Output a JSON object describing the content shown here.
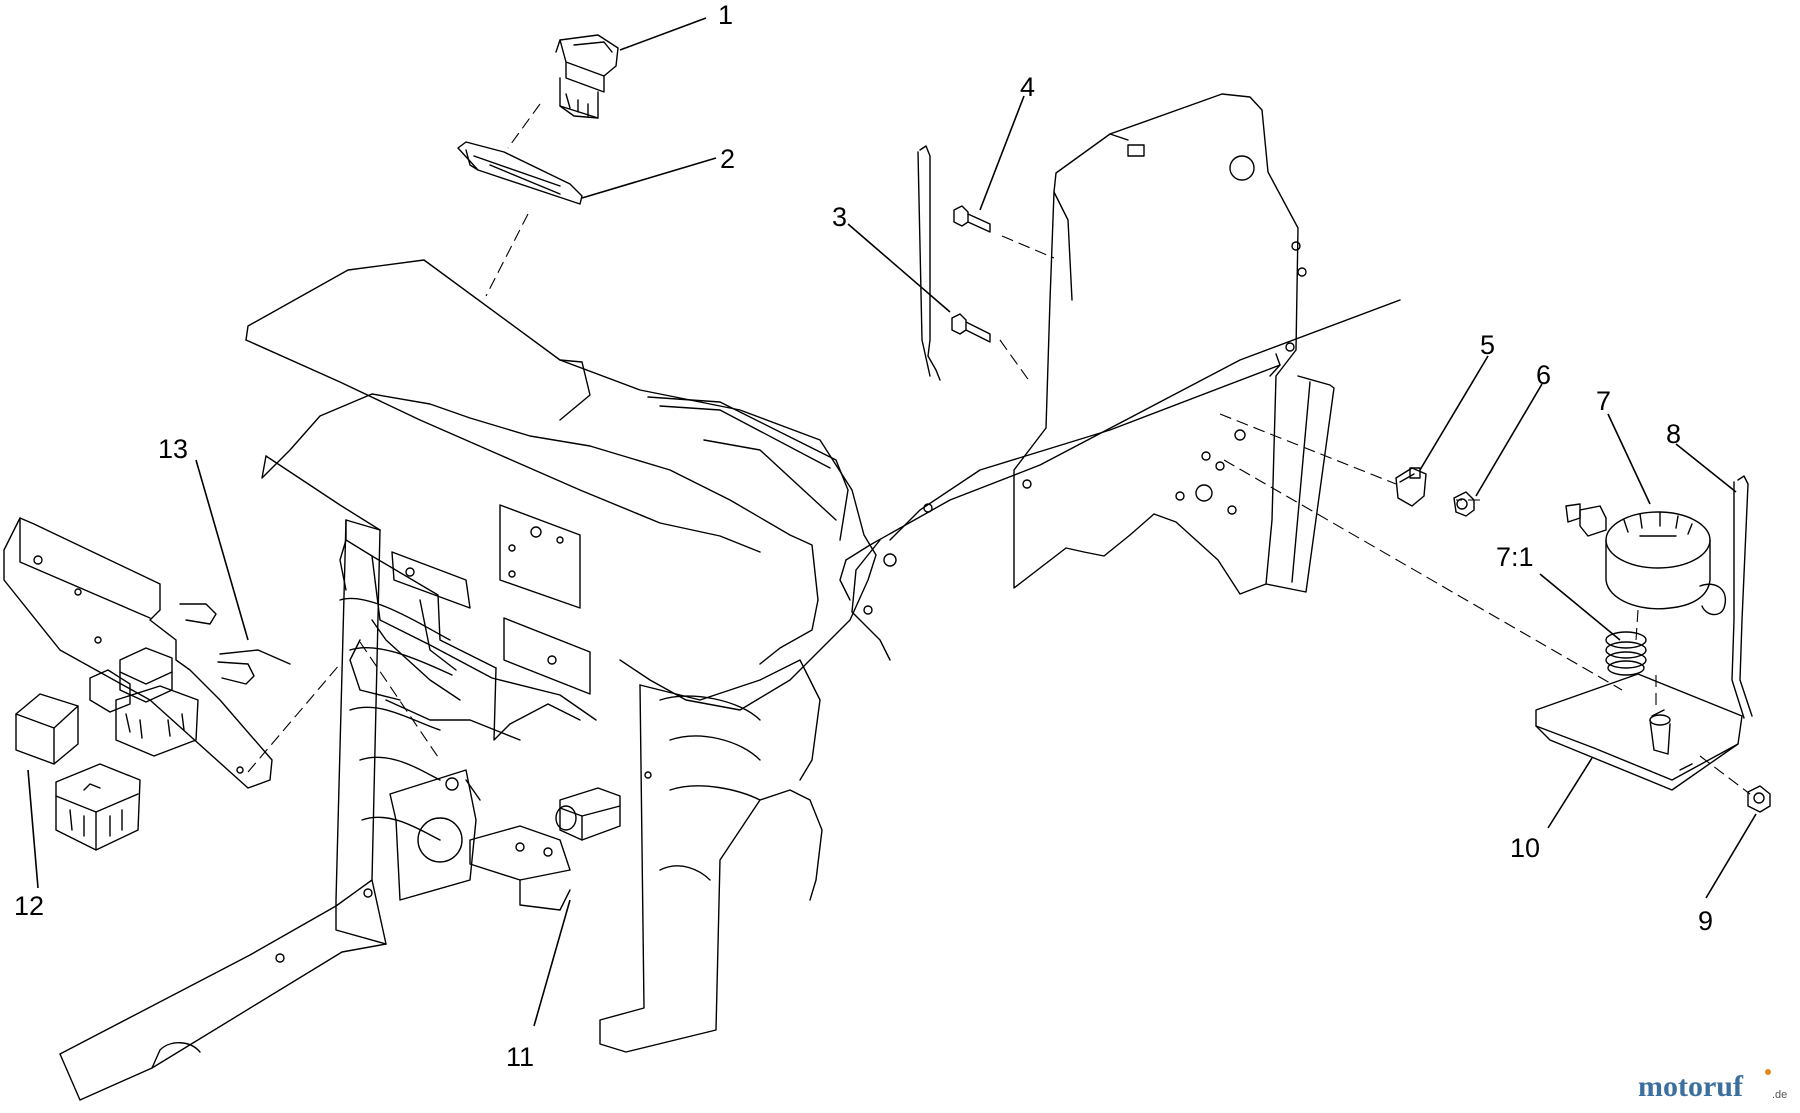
{
  "callouts": {
    "c1": "1",
    "c2": "2",
    "c3": "3",
    "c4": "4",
    "c5": "5",
    "c6": "6",
    "c7": "7",
    "c7_1": "7:1",
    "c8": "8",
    "c9": "9",
    "c10": "10",
    "c11": "11",
    "c12": "12",
    "c13": "13"
  },
  "watermark": {
    "brand": "motoruf",
    "tld": ".de"
  },
  "colors": {
    "line": "#000000",
    "background": "#ffffff",
    "watermark": "#3a6f9e",
    "watermark_dot": "#e08a1e"
  }
}
